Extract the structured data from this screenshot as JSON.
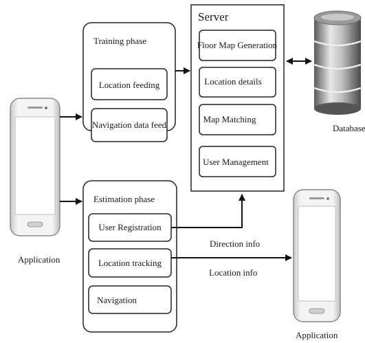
{
  "training": {
    "title": "Training phase",
    "items": [
      "Location feeding",
      "Navigation data feed"
    ]
  },
  "estimation": {
    "title": "Estimation phase",
    "items": [
      "User Registration",
      "Location tracking",
      "Navigation"
    ]
  },
  "server": {
    "title": "Server",
    "items": [
      "Floor Map Generation",
      "Location details",
      "Map Matching",
      "User Management"
    ]
  },
  "database": {
    "label": "Database"
  },
  "left_app": {
    "label": "Application"
  },
  "right_app": {
    "label": "Application"
  },
  "arrows": {
    "direction_info": "Direction info",
    "location_info": "Location info"
  }
}
